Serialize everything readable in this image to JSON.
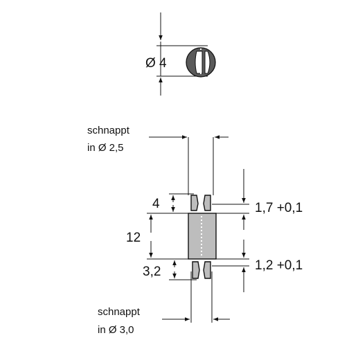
{
  "diagram": {
    "diameter_label": "Ø 4",
    "snap_top": {
      "line1": "schnappt",
      "line2": "in Ø 2,5"
    },
    "snap_bottom": {
      "line1": "schnappt",
      "line2": "in Ø 3,0"
    },
    "dims": {
      "head_height": "4",
      "body_height": "12",
      "foot_height": "3,2",
      "groove_top": "1,7 +0,1",
      "groove_bottom": "1,2 +0,1"
    }
  }
}
